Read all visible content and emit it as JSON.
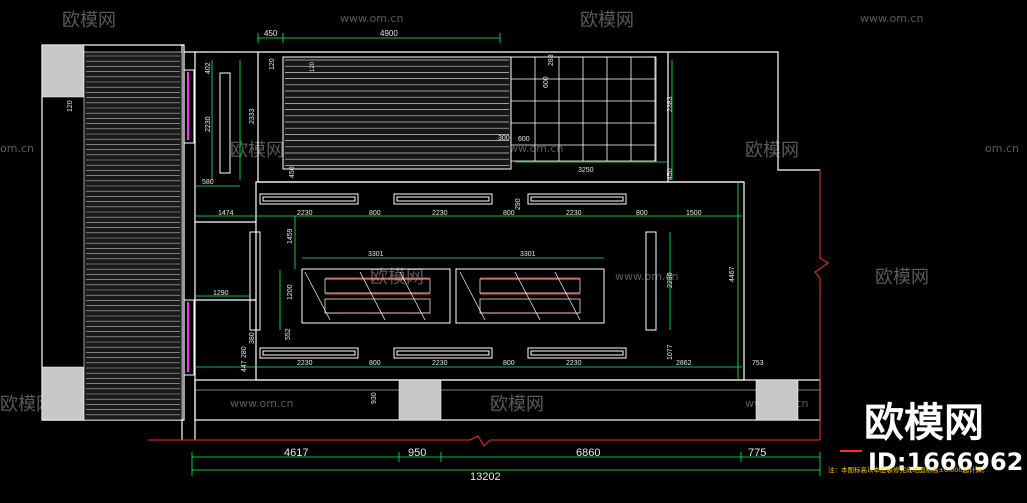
{
  "colors": {
    "background": "#000000",
    "wall": "#ffffff",
    "dim_line": "#00ff66",
    "fixture": "#ffffff",
    "accent_red": "#ff2a2a",
    "accent_magenta": "#ff33ff",
    "watermark": "#5a5a5a",
    "note": "#ffcc00"
  },
  "watermark": {
    "site": "www.om.cn",
    "site_short": "om.cn",
    "brand": "欧模网",
    "big_brand": "欧模网",
    "id": "ID:1666962"
  },
  "dimensions": {
    "bottom_segments": [
      "4617",
      "950",
      "6860",
      "775"
    ],
    "bottom_total": "13202",
    "top": [
      "450",
      "4900"
    ],
    "left_small": [
      "402",
      "2230",
      "120",
      "2333",
      "120",
      "450",
      "580"
    ],
    "room_upper": [
      "300",
      "600",
      "3250",
      "450",
      "2383",
      "600",
      "283",
      "290"
    ],
    "row1": [
      "1474",
      "2230",
      "800",
      "2230",
      "800",
      "2230",
      "800",
      "1500"
    ],
    "mid": [
      "3301",
      "3301",
      "1459",
      "1290",
      "1200",
      "552",
      "380",
      "280",
      "447",
      "2230",
      "1077",
      "4467"
    ],
    "row2": [
      "2230",
      "800",
      "2230",
      "800",
      "2230",
      "2862",
      "753"
    ],
    "misc": [
      "120",
      "930"
    ]
  },
  "note": "注：本图标高以本层装修完成地面标高±0.000起计算。"
}
